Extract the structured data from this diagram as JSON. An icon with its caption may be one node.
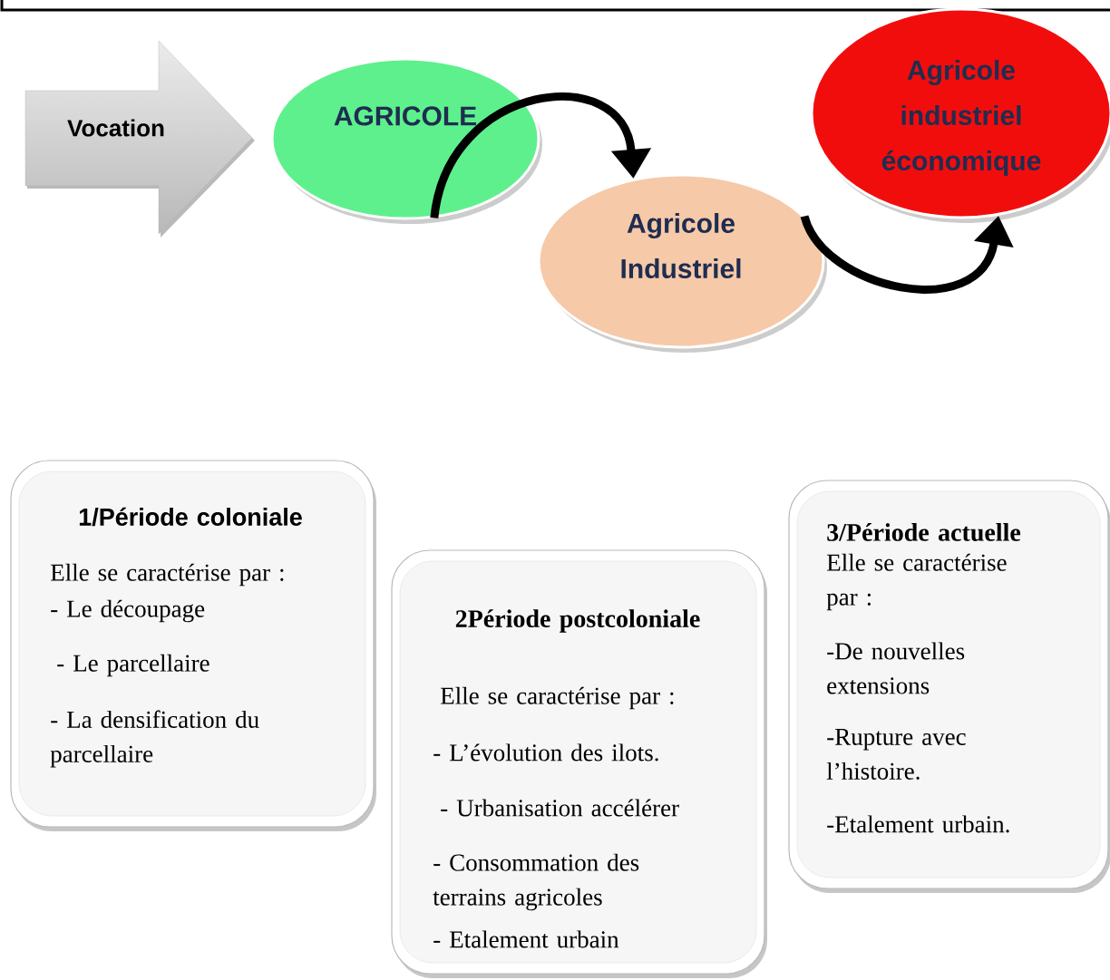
{
  "diagram": {
    "nodes": [
      {
        "text": [
          "Vocation"
        ]
      },
      {
        "text": [
          "AGRICOLE"
        ]
      },
      {
        "text": [
          "Agricole Industriel"
        ]
      },
      {
        "text": [
          "Agricole industriel économique"
        ]
      },
      {
        "text": [
          "1/Période coloniale",
          "Elle se caractérise par :",
          "- Le découpage",
          "- Le parcellaire",
          "- La densification du parcellaire"
        ]
      },
      {
        "text": [
          "2Période postcoloniale",
          "Elle se caractérise par :",
          "- L’évolution des ilots.",
          "- Urbanisation accélérer",
          "- Consommation des terrains agricoles",
          "- Etalement urbain"
        ]
      },
      {
        "text": [
          "3/Période actuelle",
          "Elle se caractérise par :",
          "-De nouvelles extensions",
          "-Rupture avec l’histoire.",
          "-Etalement urbain."
        ]
      }
    ],
    "edges": [
      {
        "from": 1,
        "to": 2,
        "arrow": "to"
      },
      {
        "from": 2,
        "to": 3,
        "arrow": "to"
      }
    ]
  }
}
